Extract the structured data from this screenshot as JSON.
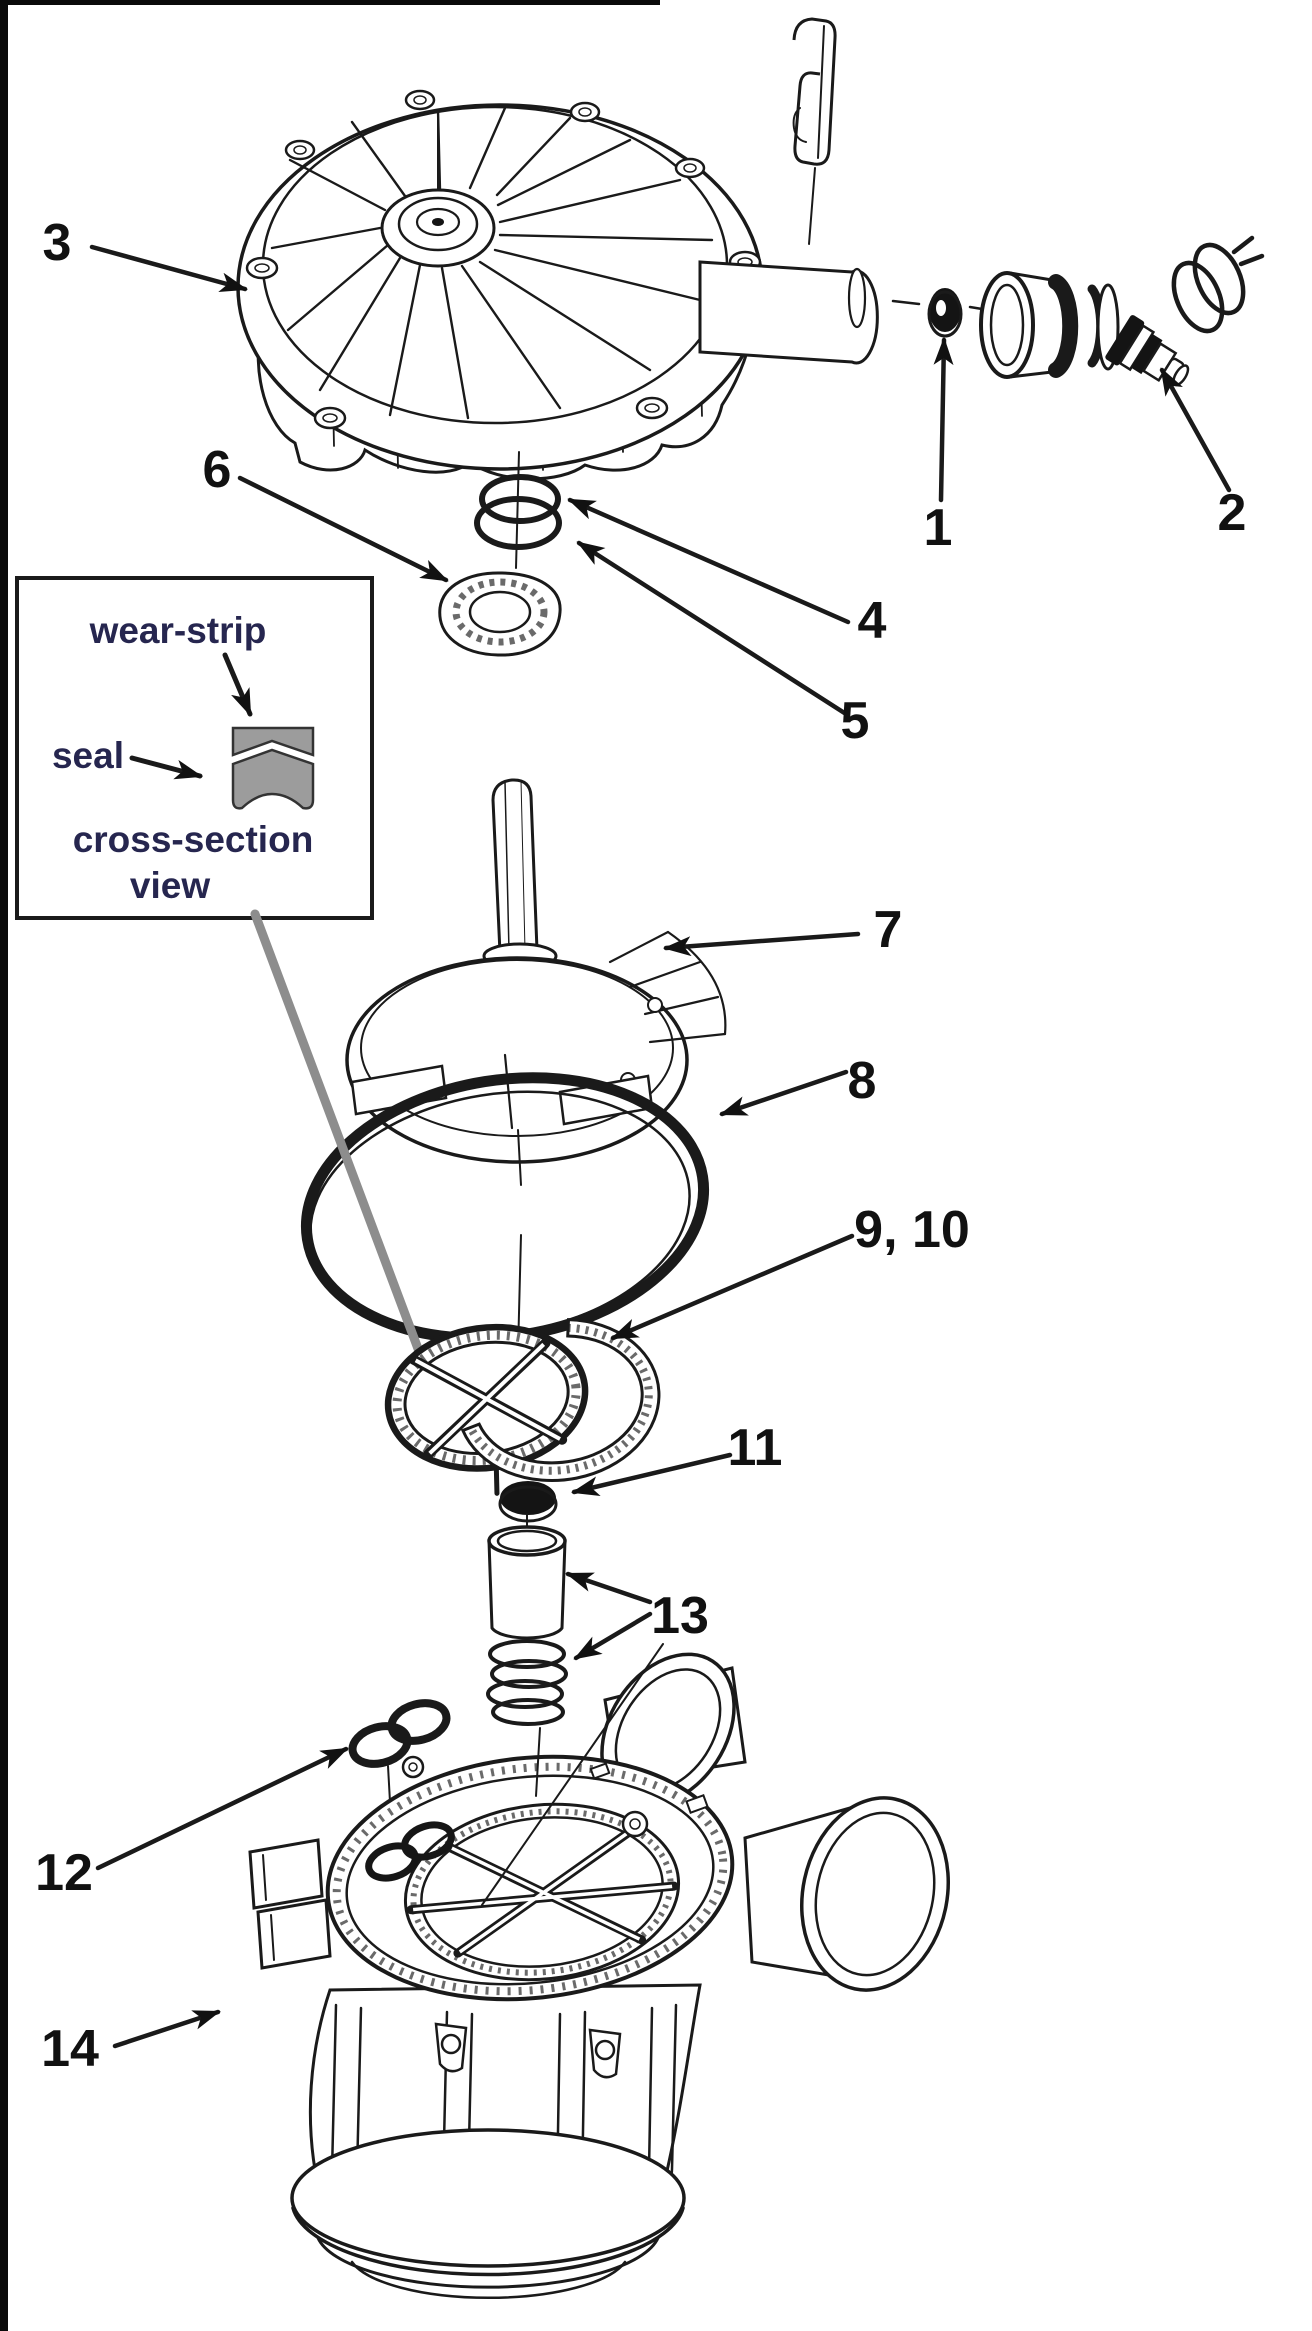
{
  "diagram": {
    "type": "exploded-parts-diagram",
    "subject": "control valve assembly",
    "background_color": "#ffffff",
    "line_color": "#1a1a1a",
    "leader_line_color": "#8d8d8d",
    "inset_shape_fill": "#9c9c9c",
    "inset_text_color": "#26264f",
    "callouts": [
      {
        "id": "part-3",
        "label": "3"
      },
      {
        "id": "part-6",
        "label": "6"
      },
      {
        "id": "part-1",
        "label": "1"
      },
      {
        "id": "part-2",
        "label": "2"
      },
      {
        "id": "part-4",
        "label": "4"
      },
      {
        "id": "part-5",
        "label": "5"
      },
      {
        "id": "part-7",
        "label": "7"
      },
      {
        "id": "part-8",
        "label": "8"
      },
      {
        "id": "parts-9-10",
        "label": "9, 10"
      },
      {
        "id": "part-11",
        "label": "11"
      },
      {
        "id": "part-13",
        "label": "13"
      },
      {
        "id": "part-12",
        "label": "12"
      },
      {
        "id": "part-14",
        "label": "14"
      }
    ],
    "inset": {
      "wear_strip_label": "wear-strip",
      "seal_label": "seal",
      "caption_line1": "cross-section",
      "caption_line2": "view"
    }
  }
}
